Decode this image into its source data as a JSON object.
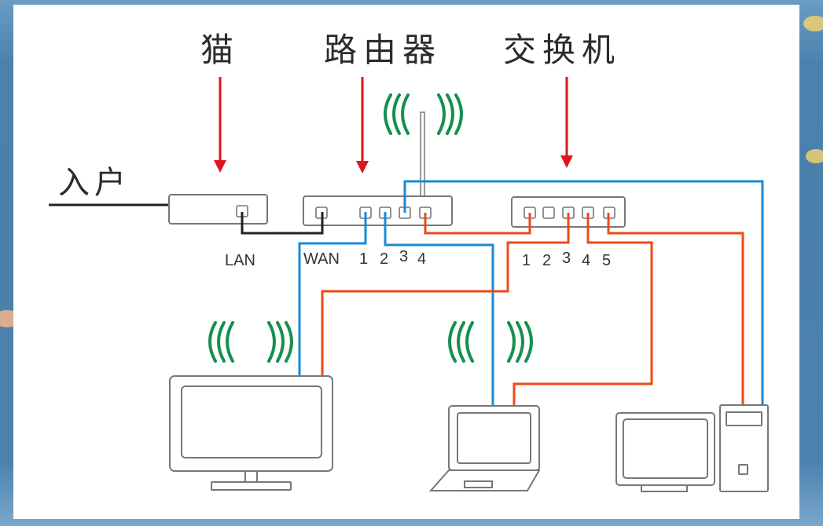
{
  "labels": {
    "modem": "猫",
    "router": "路由器",
    "switch": "交换机",
    "incoming": "入户"
  },
  "ports": {
    "modem": [
      "LAN"
    ],
    "router": [
      "WAN",
      "1",
      "2",
      "3",
      "4"
    ],
    "switch": [
      "1",
      "2",
      "3",
      "4",
      "5"
    ]
  },
  "colors": {
    "pointer_arrow": "#e0141e",
    "cable_blue": "#1a8ad8",
    "cable_orange": "#ee4a16",
    "cable_black": "#222222",
    "wifi_signal": "#14904f",
    "device_outline": "#777777"
  },
  "devices": [
    "modem",
    "router",
    "switch",
    "tv",
    "laptop",
    "desktop"
  ],
  "connections": [
    {
      "from": "incoming",
      "to": "modem",
      "color": "black"
    },
    {
      "from": "modem.LAN",
      "to": "router.WAN",
      "color": "black"
    },
    {
      "from": "router.1",
      "to": "tv",
      "color": "blue"
    },
    {
      "from": "router.2",
      "to": "laptop",
      "color": "blue"
    },
    {
      "from": "router.3",
      "to": "desktop",
      "color": "blue"
    },
    {
      "from": "router.4",
      "to": "switch.1",
      "color": "orange"
    },
    {
      "from": "switch.3",
      "to": "tv",
      "color": "orange"
    },
    {
      "from": "switch.4",
      "to": "laptop",
      "color": "orange"
    },
    {
      "from": "switch.5",
      "to": "desktop",
      "color": "orange"
    }
  ]
}
